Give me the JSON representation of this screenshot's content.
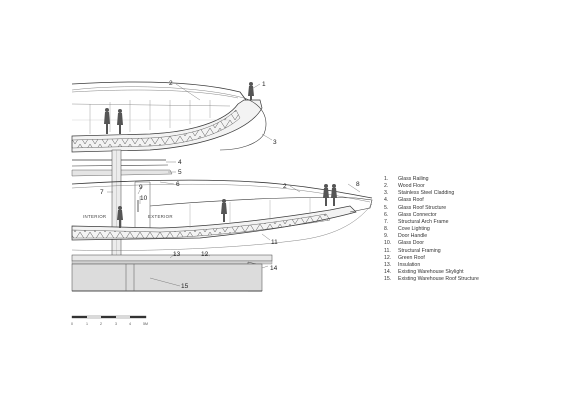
{
  "legend": [
    {
      "number": "1.",
      "text": "Glass Railing"
    },
    {
      "number": "2.",
      "text": "Wood Floor"
    },
    {
      "number": "3.",
      "text": "Stainless Steel Cladding"
    },
    {
      "number": "4.",
      "text": "Glass Roof"
    },
    {
      "number": "5.",
      "text": "Glass Roof Structure"
    },
    {
      "number": "6.",
      "text": "Glass Connector"
    },
    {
      "number": "7.",
      "text": "Structural Arch Frame"
    },
    {
      "number": "8.",
      "text": "Cove Lighting"
    },
    {
      "number": "9.",
      "text": "Door Handle"
    },
    {
      "number": "10.",
      "text": "Glass Door"
    },
    {
      "number": "11.",
      "text": "Structural Framing"
    },
    {
      "number": "12.",
      "text": "Green Roof"
    },
    {
      "number": "13.",
      "text": "Insulation"
    },
    {
      "number": "14.",
      "text": "Existing Warehouse Skylight"
    },
    {
      "number": "15.",
      "text": "Existing Warehouse Roof Structure"
    }
  ],
  "callouts": {
    "c1": "1",
    "c2a": "2",
    "c2b": "2",
    "c3": "3",
    "c4": "4",
    "c5": "5",
    "c6": "6",
    "c7": "7",
    "c8": "8",
    "c9": "9",
    "c10": "10",
    "c11": "11",
    "c12": "12",
    "c13": "13",
    "c14": "14",
    "c15": "15"
  },
  "zones": {
    "interior": "INTERIOR",
    "exterior": "EXTERIOR"
  },
  "scale_bar": {
    "ticks": [
      "0",
      "1",
      "2",
      "3",
      "4",
      "5M"
    ]
  }
}
